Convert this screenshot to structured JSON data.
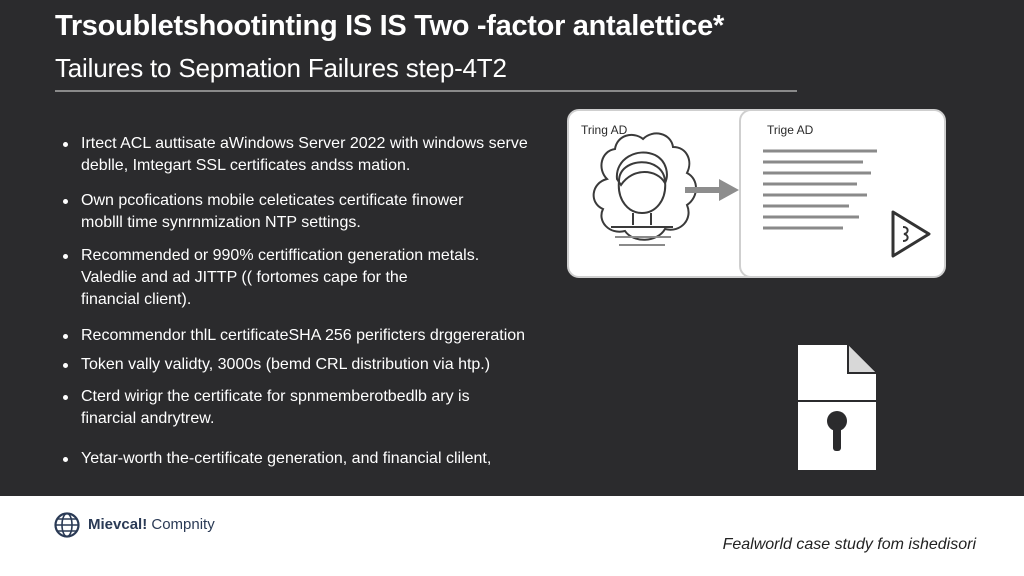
{
  "slide": {
    "title": "Trsoubletshootinting IS IS Two -factor antalettice*",
    "subtitle": "Tailures to Sepmation Failures step-4T2",
    "bullets": [
      "Irtect ACL auttisate aWindows Server 2022 with windows serve\ndeblle, Imtegart SSL certificates andss mation.",
      "Own pcofications mobile celeticates certificate finower\nmoblll time synrnmization NTP settings.",
      "Recommended or 990% certiffication generation metals.\nValedlie and ad JITTP (( fortomes cape for the\nfinancial client).",
      "Recommendor thlL certificateSHA 256 perificters drggereration",
      "Token vally validty, 3000s (bemd CRL distribution via htp.)",
      "Cterd wirigr the certificate for spnmemberotbedlb ary is\nfinarcial andrytrew.",
      "Yetar-worth the-certificate generation, and financial clilent,"
    ]
  },
  "diagram": {
    "left_label": "Tring AD",
    "right_label": "Trige AD"
  },
  "icons": {
    "person": "person-icon",
    "arrow": "arrow-right-icon",
    "play": "play-icon",
    "document_lock": "document-lock-icon",
    "logo": "globe-logo-icon"
  },
  "footer": {
    "company_bold": "Mievcal!",
    "company_rest": " Compnity",
    "note": "Fealworld case study fom ishedisori"
  },
  "colors": {
    "slide_bg": "#2b2b2d",
    "text": "#ffffff",
    "panel": "#ffffff",
    "footer_bg": "#ffffff"
  }
}
